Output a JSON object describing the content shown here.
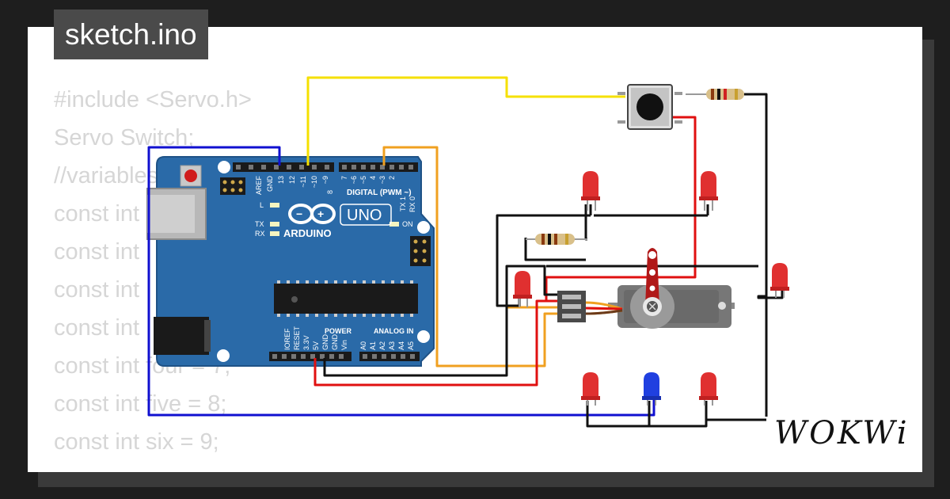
{
  "file_tab": {
    "label": "sketch.ino"
  },
  "code_lines": [
    "#include <Servo.h>",
    "Servo Switch;",
    "//variables",
    "const int",
    "const int",
    "const int",
    "const int",
    "const int four = 7;",
    "const int five = 8;",
    "const int six = 9;"
  ],
  "board": {
    "brand": "ARDUINO",
    "model": "UNO",
    "digital_header": "DIGITAL (PWM ~)",
    "power_header": "POWER",
    "analog_header": "ANALOG IN",
    "left_pins": [
      "AREF",
      "GND",
      "13",
      "12",
      "~11",
      "~10",
      "~9",
      "8"
    ],
    "right_pins": [
      "7",
      "~6",
      "~5",
      "4",
      "~3",
      "2",
      "TX 1",
      "RX 0"
    ],
    "power_pins": [
      "IOREF",
      "RESET",
      "3.3V",
      "5V",
      "GND",
      "GND",
      "Vin"
    ],
    "analog_pins": [
      "A0",
      "A1",
      "A2",
      "A3",
      "A4",
      "A5"
    ],
    "led_labels": {
      "l": "L",
      "tx": "TX",
      "rx": "RX",
      "on": "ON"
    }
  },
  "brand_logo": "WOKWi",
  "colors": {
    "board": "#2a6aa8",
    "wire_yellow": "#f5e000",
    "wire_orange": "#f0a020",
    "wire_red": "#e01010",
    "wire_blue": "#1010d0",
    "wire_black": "#111111",
    "led_red": "#e03030",
    "led_blue": "#2040e0",
    "servo_horn": "#b01818"
  }
}
